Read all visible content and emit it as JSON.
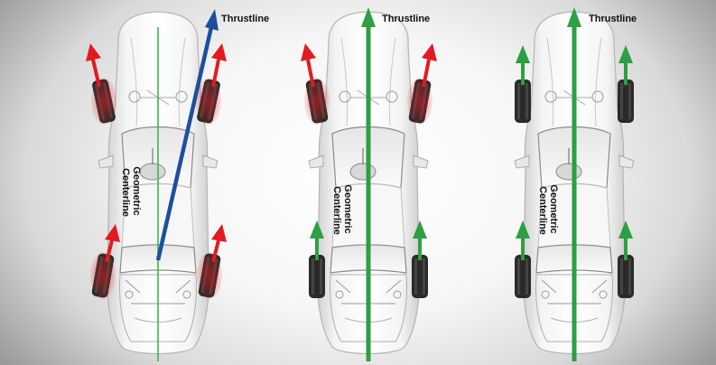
{
  "panels": [
    {
      "id": "left",
      "thrustline_label": "Thrustline",
      "centerline_label_line1": "Geometric",
      "centerline_label_line2": "Centerline",
      "thrust_color": "#1d4f9c",
      "front_arrow_color": "#e01b22",
      "rear_arrow_color": "#e01b22"
    },
    {
      "id": "middle",
      "thrustline_label": "Thrustline",
      "centerline_label_line1": "Geometric",
      "centerline_label_line2": "Centerline",
      "thrust_color": "#2f9e44",
      "front_arrow_color": "#e01b22",
      "rear_arrow_color": "#2f9e44"
    },
    {
      "id": "right",
      "thrustline_label": "Thrustline",
      "centerline_label_line1": "Geometric",
      "centerline_label_line2": "Centerline",
      "thrust_color": "#2f9e44",
      "front_arrow_color": "#2f9e44",
      "rear_arrow_color": "#2f9e44"
    }
  ],
  "colors": {
    "red": "#e01b22",
    "green": "#2f9e44",
    "blue": "#1d4f9c",
    "centerline": "#3fb34f",
    "tire": "#2a2a2a",
    "car_body": "#ececec"
  }
}
